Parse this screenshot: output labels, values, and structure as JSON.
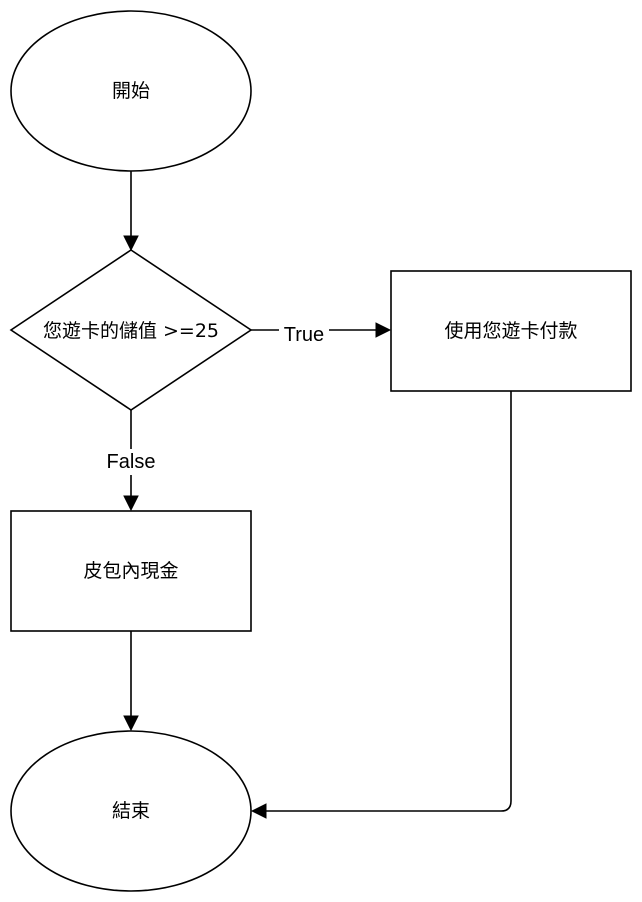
{
  "nodes": {
    "start": "開始",
    "decision": "您遊卡的儲值 >=25",
    "pay_card": "使用您遊卡付款",
    "pay_cash": "皮包內現金",
    "end": "結束"
  },
  "edges": {
    "true_label": "True",
    "false_label": "False"
  },
  "colors": {
    "stroke": "#000000",
    "fill": "#ffffff"
  }
}
